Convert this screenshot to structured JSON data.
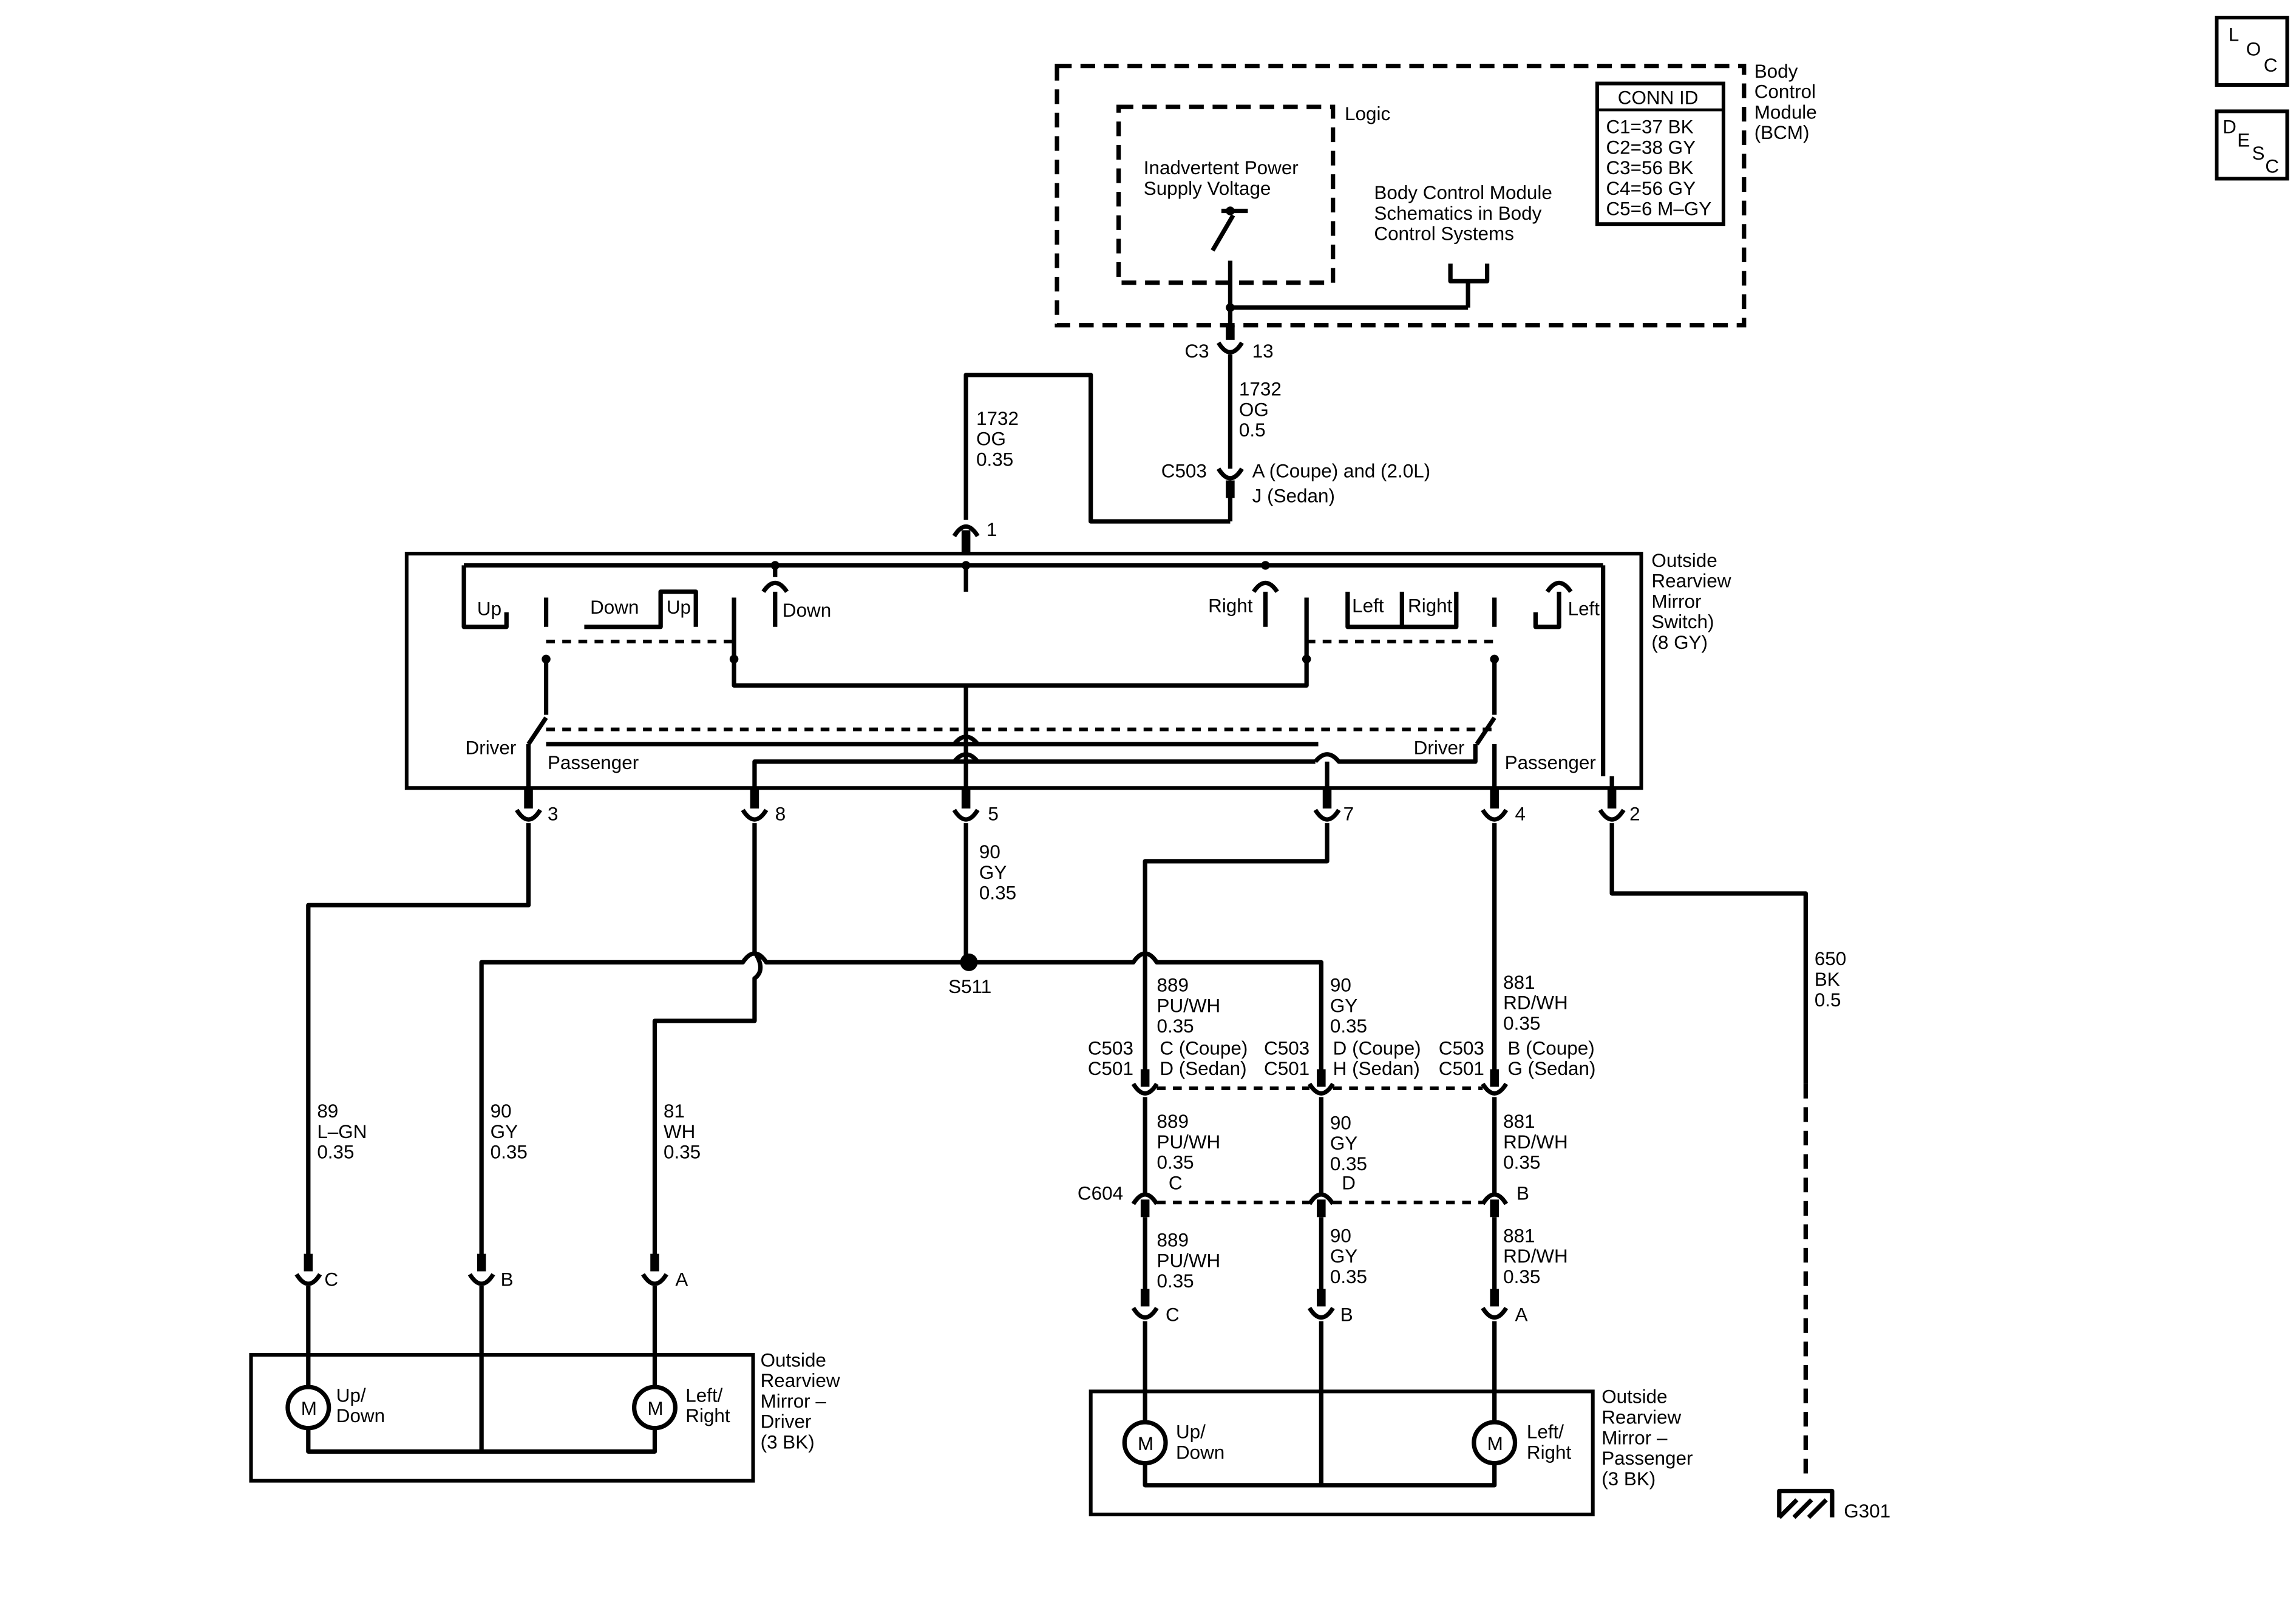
{
  "icons": {
    "ground": "ground-symbol-icon",
    "motor": "motor-icon"
  },
  "bcm": {
    "title_lines": [
      "Body",
      "Control",
      "Module",
      "(BCM)"
    ],
    "logic": "Logic",
    "inadvertent_lines": [
      "Inadvertent Power",
      "Supply Voltage"
    ],
    "schematics_lines": [
      "Body Control Module",
      "Schematics in Body",
      "Control Systems"
    ],
    "conn_id_header": "CONN ID",
    "conn_ids": [
      "C1=37 BK",
      "C2=38 GY",
      "C3=56 BK",
      "C4=56 GY",
      "C5=6 M–GY"
    ]
  },
  "side_tabs": {
    "loc": [
      "L",
      "O",
      "C"
    ],
    "desc": [
      "D",
      "E",
      "S",
      "C"
    ]
  },
  "bcm_pin": {
    "connector": "C3",
    "pin": "13"
  },
  "wire_1732_right": [
    "1732",
    "OG",
    "0.5"
  ],
  "wire_1732_left": [
    "1732",
    "OG",
    "0.35"
  ],
  "c503_top": {
    "connector": "C503",
    "line1": "A (Coupe) and (2.0L)",
    "line2": "J (Sedan)"
  },
  "switch": {
    "title_lines": [
      "Outside",
      "Rearview",
      "Mirror",
      "Switch)",
      "(8 GY)"
    ],
    "labels": {
      "up_left": "Up",
      "down_left": "Down",
      "up_mid": "Up",
      "down_mid": "Down",
      "right_mid": "Right",
      "left_mid": "Left",
      "right_right": "Right",
      "left_right": "Left",
      "driver_left": "Driver",
      "passenger_left": "Passenger",
      "driver_right": "Driver",
      "passenger_right": "Passenger"
    },
    "pins": {
      "top": "1",
      "p3": "3",
      "p8": "8",
      "p5": "5",
      "p7": "7",
      "p4": "4",
      "p2": "2"
    }
  },
  "wire_90_center": [
    "90",
    "GY",
    "0.35"
  ],
  "splice": "S511",
  "wire_650": [
    "650",
    "BK",
    "0.5"
  ],
  "ground": "G301",
  "driver_wires": {
    "w89": [
      "89",
      "L–GN",
      "0.35"
    ],
    "w90": [
      "90",
      "GY",
      "0.35"
    ],
    "w81": [
      "81",
      "WH",
      "0.35"
    ]
  },
  "driver_pins": {
    "c": "C",
    "b": "B",
    "a": "A"
  },
  "driver_mirror": {
    "title_lines": [
      "Outside",
      "Rearview",
      "Mirror –",
      "Driver",
      "(3 BK)"
    ],
    "motor1": [
      "Up/",
      "Down"
    ],
    "motor2": [
      "Left/",
      "Right"
    ],
    "motor_symbol": "M"
  },
  "pass_wires_top": {
    "w889": [
      "889",
      "PU/WH",
      "0.35"
    ],
    "w90": [
      "90",
      "GY",
      "0.35"
    ],
    "w881": [
      "881",
      "RD/WH",
      "0.35"
    ]
  },
  "c503_c501": {
    "conn1": "C503",
    "conn2": "C501",
    "c_line1": "C (Coupe)",
    "c_line2": "D (Sedan)",
    "d_line1": "D (Coupe)",
    "d_line2": "H (Sedan)",
    "b_line1": "B (Coupe)",
    "b_line2": "G (Sedan)"
  },
  "pass_wires_mid": {
    "w889": [
      "889",
      "PU/WH",
      "0.35"
    ],
    "w90": [
      "90",
      "GY",
      "0.35"
    ],
    "w881": [
      "881",
      "RD/WH",
      "0.35"
    ]
  },
  "c604": {
    "connector": "C604",
    "c": "C",
    "d": "D",
    "b": "B"
  },
  "pass_wires_low": {
    "w889": [
      "889",
      "PU/WH",
      "0.35"
    ],
    "w90": [
      "90",
      "GY",
      "0.35"
    ],
    "w881": [
      "881",
      "RD/WH",
      "0.35"
    ]
  },
  "pass_pins": {
    "c": "C",
    "b": "B",
    "a": "A"
  },
  "pass_mirror": {
    "title_lines": [
      "Outside",
      "Rearview",
      "Mirror –",
      "Passenger",
      "(3 BK)"
    ],
    "motor1": [
      "Up/",
      "Down"
    ],
    "motor2": [
      "Left/",
      "Right"
    ],
    "motor_symbol": "M"
  }
}
